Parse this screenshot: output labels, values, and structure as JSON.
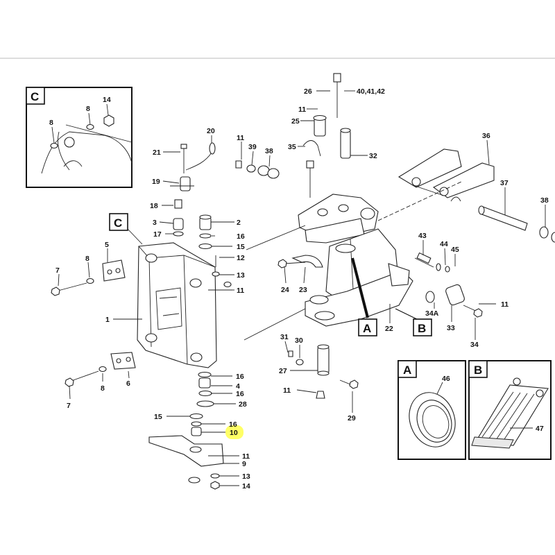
{
  "letters": {
    "A": "A",
    "B": "B",
    "C": "C"
  },
  "callouts": [
    {
      "id": "c-26",
      "text": "26"
    },
    {
      "id": "c-404142",
      "text": "40,41,42"
    },
    {
      "id": "c-11a",
      "text": "11"
    },
    {
      "id": "c-25",
      "text": "25"
    },
    {
      "id": "c-11b",
      "text": "11"
    },
    {
      "id": "c-39",
      "text": "39"
    },
    {
      "id": "c-38a",
      "text": "38"
    },
    {
      "id": "c-35",
      "text": "35"
    },
    {
      "id": "c-32",
      "text": "32"
    },
    {
      "id": "c-36",
      "text": "36"
    },
    {
      "id": "c-37",
      "text": "37"
    },
    {
      "id": "c-38b",
      "text": "38"
    },
    {
      "id": "c-20",
      "text": "20"
    },
    {
      "id": "c-21",
      "text": "21"
    },
    {
      "id": "c-19",
      "text": "19"
    },
    {
      "id": "c-18",
      "text": "18"
    },
    {
      "id": "c-3",
      "text": "3"
    },
    {
      "id": "c-17",
      "text": "17"
    },
    {
      "id": "c-2",
      "text": "2"
    },
    {
      "id": "c-16a",
      "text": "16"
    },
    {
      "id": "c-15a",
      "text": "15"
    },
    {
      "id": "c-12",
      "text": "12"
    },
    {
      "id": "c-13a",
      "text": "13"
    },
    {
      "id": "c-11c",
      "text": "11"
    },
    {
      "id": "c-5",
      "text": "5"
    },
    {
      "id": "c-7a",
      "text": "7"
    },
    {
      "id": "c-8a",
      "text": "8"
    },
    {
      "id": "c-1",
      "text": "1"
    },
    {
      "id": "c-6",
      "text": "6"
    },
    {
      "id": "c-8b",
      "text": "8"
    },
    {
      "id": "c-7b",
      "text": "7"
    },
    {
      "id": "c-16b",
      "text": "16"
    },
    {
      "id": "c-4",
      "text": "4"
    },
    {
      "id": "c-16c",
      "text": "16"
    },
    {
      "id": "c-28",
      "text": "28"
    },
    {
      "id": "c-15b",
      "text": "15"
    },
    {
      "id": "c-16d",
      "text": "16"
    },
    {
      "id": "c-10",
      "text": "10"
    },
    {
      "id": "c-11d",
      "text": "11"
    },
    {
      "id": "c-9",
      "text": "9"
    },
    {
      "id": "c-13b",
      "text": "13"
    },
    {
      "id": "c-14a",
      "text": "14"
    },
    {
      "id": "c-24",
      "text": "24"
    },
    {
      "id": "c-23",
      "text": "23"
    },
    {
      "id": "c-43",
      "text": "43"
    },
    {
      "id": "c-44",
      "text": "44"
    },
    {
      "id": "c-45",
      "text": "45"
    },
    {
      "id": "c-11e",
      "text": "11"
    },
    {
      "id": "c-34A",
      "text": "34A"
    },
    {
      "id": "c-33",
      "text": "33"
    },
    {
      "id": "c-34",
      "text": "34"
    },
    {
      "id": "c-22",
      "text": "22"
    },
    {
      "id": "c-31",
      "text": "31"
    },
    {
      "id": "c-30",
      "text": "30"
    },
    {
      "id": "c-27",
      "text": "27"
    },
    {
      "id": "c-11f",
      "text": "11"
    },
    {
      "id": "c-29",
      "text": "29"
    },
    {
      "id": "c-46",
      "text": "46"
    },
    {
      "id": "c-47",
      "text": "47"
    },
    {
      "id": "c-8c",
      "text": "8"
    },
    {
      "id": "c-8d",
      "text": "8"
    },
    {
      "id": "c-14b",
      "text": "14"
    }
  ],
  "highlight_color": "#ffff66"
}
